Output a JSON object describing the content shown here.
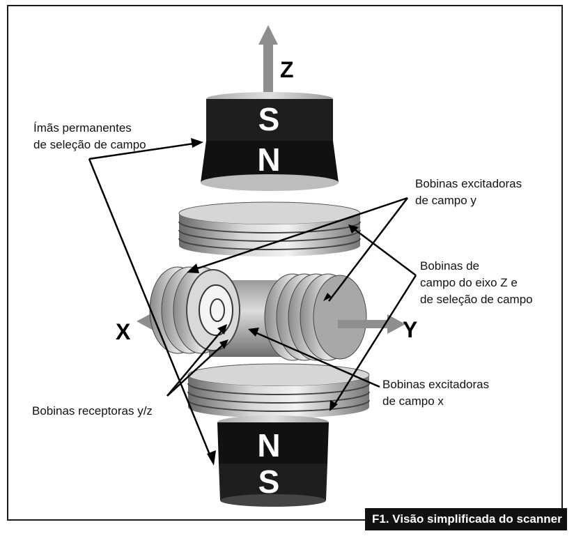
{
  "labels": {
    "magnets_line1": "Ímãs permanentes",
    "magnets_line2": "de seleção de campo",
    "y_exciter_line1": "Bobinas excitadoras",
    "y_exciter_line2": "de campo y",
    "z_coils_line1": "Bobinas de",
    "z_coils_line2": "campo do eixo Z e",
    "z_coils_line3": "de seleção de campo",
    "x_exciter_line1": "Bobinas excitadoras",
    "x_exciter_line2": "de campo x",
    "receivers": "Bobinas receptoras y/z"
  },
  "axes": {
    "x": "X",
    "y": "Y",
    "z": "Z"
  },
  "poles": {
    "top_upper": "S",
    "top_lower": "N",
    "bottom_upper": "N",
    "bottom_lower": "S"
  },
  "caption": "F1. Visão simplificada do scanner"
}
